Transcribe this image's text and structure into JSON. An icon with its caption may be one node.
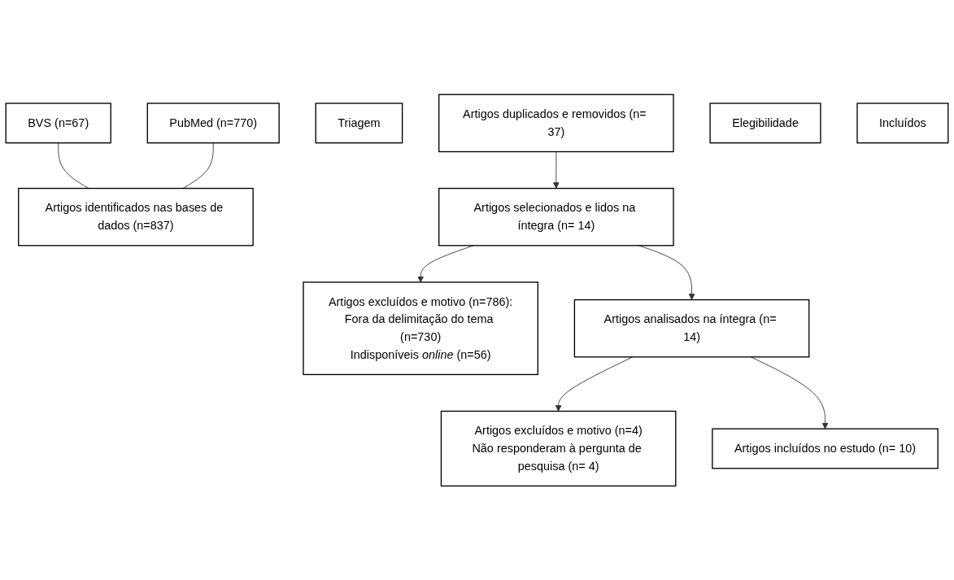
{
  "diagram": {
    "nodes": [
      {
        "text": [
          "BVS (n=67)"
        ]
      },
      {
        "text": [
          "PubMed (n=770)"
        ]
      },
      {
        "text": [
          "Artigos identificados nas bases de dados (n=837)"
        ]
      },
      {
        "text": [
          "Triagem"
        ]
      },
      {
        "text": [
          "Artigos duplicados e removidos (n= 37)"
        ]
      },
      {
        "text": [
          "Artigos selecionados e lidos na íntegra (n= 14)"
        ]
      },
      {
        "text": [
          "Artigos excluídos e motivo (n=786):",
          "Fora da delimitação do tema (n=730)",
          "Indisponíveis *online* (n=56)"
        ]
      },
      {
        "text": [
          "Elegibilidade"
        ]
      },
      {
        "text": [
          "Artigos analisados na íntegra (n= 14)"
        ]
      },
      {
        "text": [
          "Artigos excluídos e motivo (n=4)",
          "Não responderam à pergunta de pesquisa (n= 4)"
        ]
      },
      {
        "text": [
          "Incluídos"
        ]
      },
      {
        "text": [
          "Artigos incluídos no estudo (n= 10)"
        ]
      }
    ],
    "edges": [
      {
        "from": 0,
        "to": 2,
        "arrow": "none"
      },
      {
        "from": 1,
        "to": 2,
        "arrow": "none"
      },
      {
        "from": 4,
        "to": 5,
        "arrow": "to"
      },
      {
        "from": 5,
        "to": 6,
        "arrow": "to"
      },
      {
        "from": 5,
        "to": 8,
        "arrow": "to"
      },
      {
        "from": 8,
        "to": 9,
        "arrow": "to"
      },
      {
        "from": 8,
        "to": 11,
        "arrow": "to"
      }
    ]
  }
}
